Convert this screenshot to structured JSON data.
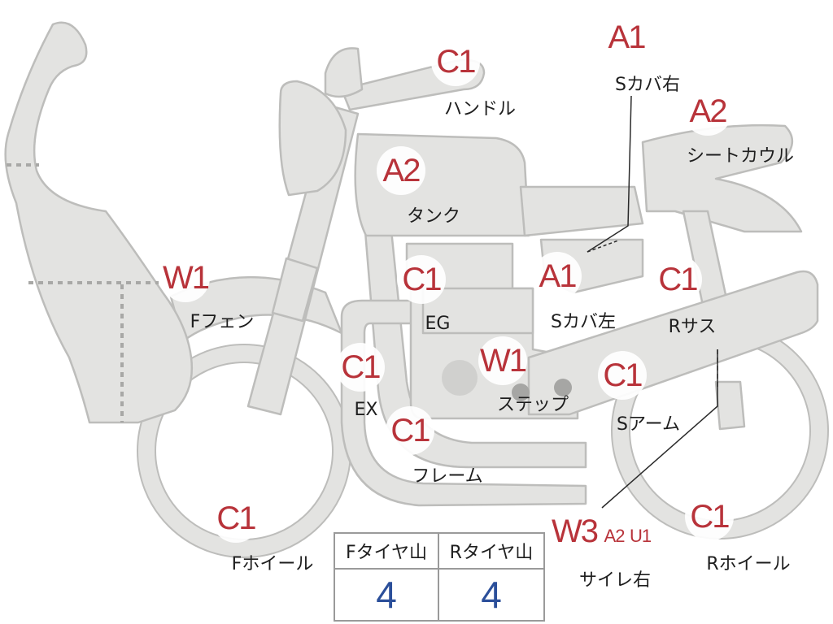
{
  "parts": [
    {
      "key": "handle",
      "grade": "C1",
      "label": "ハンドル"
    },
    {
      "key": "scover-right",
      "grade": "A1",
      "label": "Sカバ右"
    },
    {
      "key": "seat-cowl",
      "grade": "A2",
      "label": "シートカウル"
    },
    {
      "key": "tank",
      "grade": "A2",
      "label": "タンク"
    },
    {
      "key": "front-fender",
      "grade": "W1",
      "label": "Fフェン"
    },
    {
      "key": "engine",
      "grade": "C1",
      "label": "EG"
    },
    {
      "key": "scover-left",
      "grade": "A1",
      "label": "Sカバ左"
    },
    {
      "key": "rear-suspension",
      "grade": "C1",
      "label": "Rサス"
    },
    {
      "key": "exhaust",
      "grade": "C1",
      "label": "EX"
    },
    {
      "key": "step",
      "grade": "W1",
      "label": "ステップ"
    },
    {
      "key": "swingarm",
      "grade": "C1",
      "label": "Sアーム"
    },
    {
      "key": "frame",
      "grade": "C1",
      "label": "フレーム"
    },
    {
      "key": "front-wheel",
      "grade": "C1",
      "label": "Fホイール"
    },
    {
      "key": "rear-wheel",
      "grade": "C1",
      "label": "Rホイール"
    },
    {
      "key": "silencer-right",
      "grade": "W3",
      "label": "サイレ右",
      "extra_grades": [
        "A2",
        "U1"
      ]
    }
  ],
  "tire_table": {
    "headers": [
      "Fタイヤ山",
      "Rタイヤ山"
    ],
    "values": [
      "4",
      "4"
    ]
  },
  "colors": {
    "body_fill": "#e3e3e1",
    "outline": "#bdbdbb",
    "grade_text": "#b8333a",
    "value_text": "#2b4f9a",
    "label_text": "#1e1e1e"
  }
}
